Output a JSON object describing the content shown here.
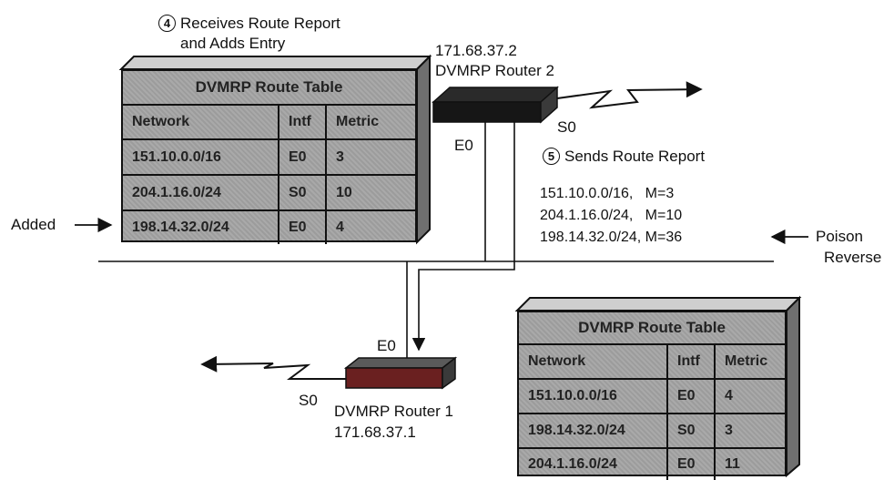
{
  "router2": {
    "ip": "171.68.37.2",
    "name": "DVMRP Router 2",
    "port_e0": "E0",
    "port_s0": "S0"
  },
  "router1": {
    "ip": "171.68.37.1",
    "name": "DVMRP Router 1",
    "port_e0": "E0",
    "port_s0": "S0"
  },
  "step4": {
    "number": "4",
    "line1": "Receives Route Report",
    "line2": "and Adds Entry"
  },
  "step5": {
    "number": "5",
    "text": "Sends Route Report"
  },
  "report": [
    "151.10.0.0/16,   M=3",
    "204.1.16.0/24,   M=10",
    "198.14.32.0/24, M=36"
  ],
  "labels": {
    "added": "Added",
    "poison_line1": "Poison",
    "poison_line2": "Reverse"
  },
  "table_top": {
    "title": "DVMRP Route Table",
    "headers": [
      "Network",
      "Intf",
      "Metric"
    ],
    "rows": [
      [
        "151.10.0.0/16",
        "E0",
        "3"
      ],
      [
        "204.1.16.0/24",
        "S0",
        "10"
      ],
      [
        "198.14.32.0/24",
        "E0",
        "4"
      ]
    ]
  },
  "table_bottom": {
    "title": "DVMRP Route Table",
    "headers": [
      "Network",
      "Intf",
      "Metric"
    ],
    "rows": [
      [
        "151.10.0.0/16",
        "E0",
        "4"
      ],
      [
        "198.14.32.0/24",
        "S0",
        "3"
      ],
      [
        "204.1.16.0/24",
        "E0",
        "11"
      ]
    ]
  },
  "colors": {
    "line": "#111111",
    "table_fill": "#a3a3a3",
    "router_dark": "#1a1a1a",
    "router_red": "#7a1a1a"
  }
}
